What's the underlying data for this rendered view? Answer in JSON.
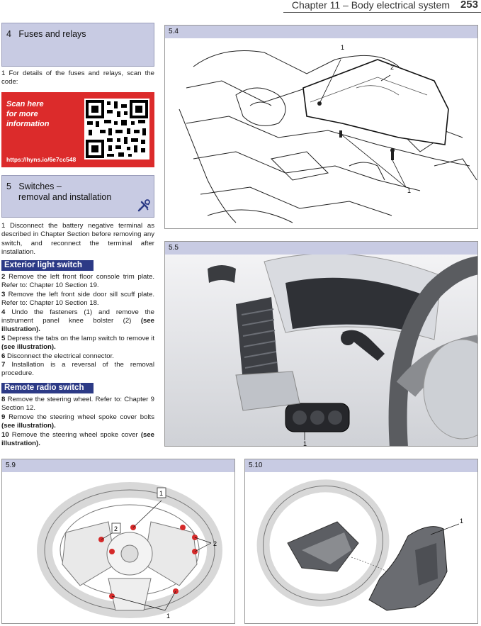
{
  "header": {
    "chapter": "Chapter 11 – Body electrical system",
    "page_number": "253"
  },
  "section4": {
    "number": "4",
    "title": "Fuses and relays",
    "para1": "1 For details of the fuses and relays, scan the code:"
  },
  "qr": {
    "line1": "Scan here",
    "line2": "for more",
    "line3": "information",
    "url": "https://hyns.io/6e7cc548"
  },
  "section5": {
    "number": "5",
    "title_line1": "Switches –",
    "title_line2": "removal and installation",
    "para1": "1 Disconnect the battery negative terminal as described in Chapter Section before removing any switch, and reconnect the terminal after installation."
  },
  "exterior": {
    "heading": "Exterior light switch",
    "steps": [
      {
        "num": "2",
        "text": "Remove the left front floor console trim plate. Refer to: Chapter 10 Section 19.",
        "bold": ""
      },
      {
        "num": "3",
        "text": "Remove the left front side door sill scuff plate. Refer to: Chapter 10 Section 18.",
        "bold": ""
      },
      {
        "num": "4",
        "text": "Undo the fasteners (1) and remove the instrument panel knee bolster (2)",
        "bold": "(see illustration)."
      },
      {
        "num": "5",
        "text": "Depress the tabs on the lamp switch to remove it",
        "bold": "(see illustration)."
      },
      {
        "num": "6",
        "text": "Disconnect the electrical connector.",
        "bold": ""
      },
      {
        "num": "7",
        "text": "Installation is a reversal of the removal procedure.",
        "bold": ""
      }
    ]
  },
  "radio": {
    "heading": "Remote radio switch",
    "steps": [
      {
        "num": "8",
        "text": "Remove the steering wheel. Refer to: Chapter 9 Section 12.",
        "bold": ""
      },
      {
        "num": "9",
        "text": "Remove the steering wheel spoke cover bolts",
        "bold": "(see illustration)."
      },
      {
        "num": "10",
        "text": "Remove the steering wheel spoke cover",
        "bold": "(see illustration)."
      }
    ]
  },
  "figures": {
    "f54": {
      "label": "5.4",
      "callouts": [
        "1",
        "2",
        "1"
      ]
    },
    "f55": {
      "label": "5.5",
      "callouts": [
        "1"
      ]
    },
    "f59": {
      "label": "5.9",
      "callouts": [
        "1",
        "2",
        "2",
        "1"
      ]
    },
    "f510": {
      "label": "5.10",
      "callouts": [
        "1"
      ]
    }
  },
  "colors": {
    "section_box": "#c8cbe3",
    "qr_red": "#dc2b2b",
    "subhead_blue": "#2c3a86"
  }
}
